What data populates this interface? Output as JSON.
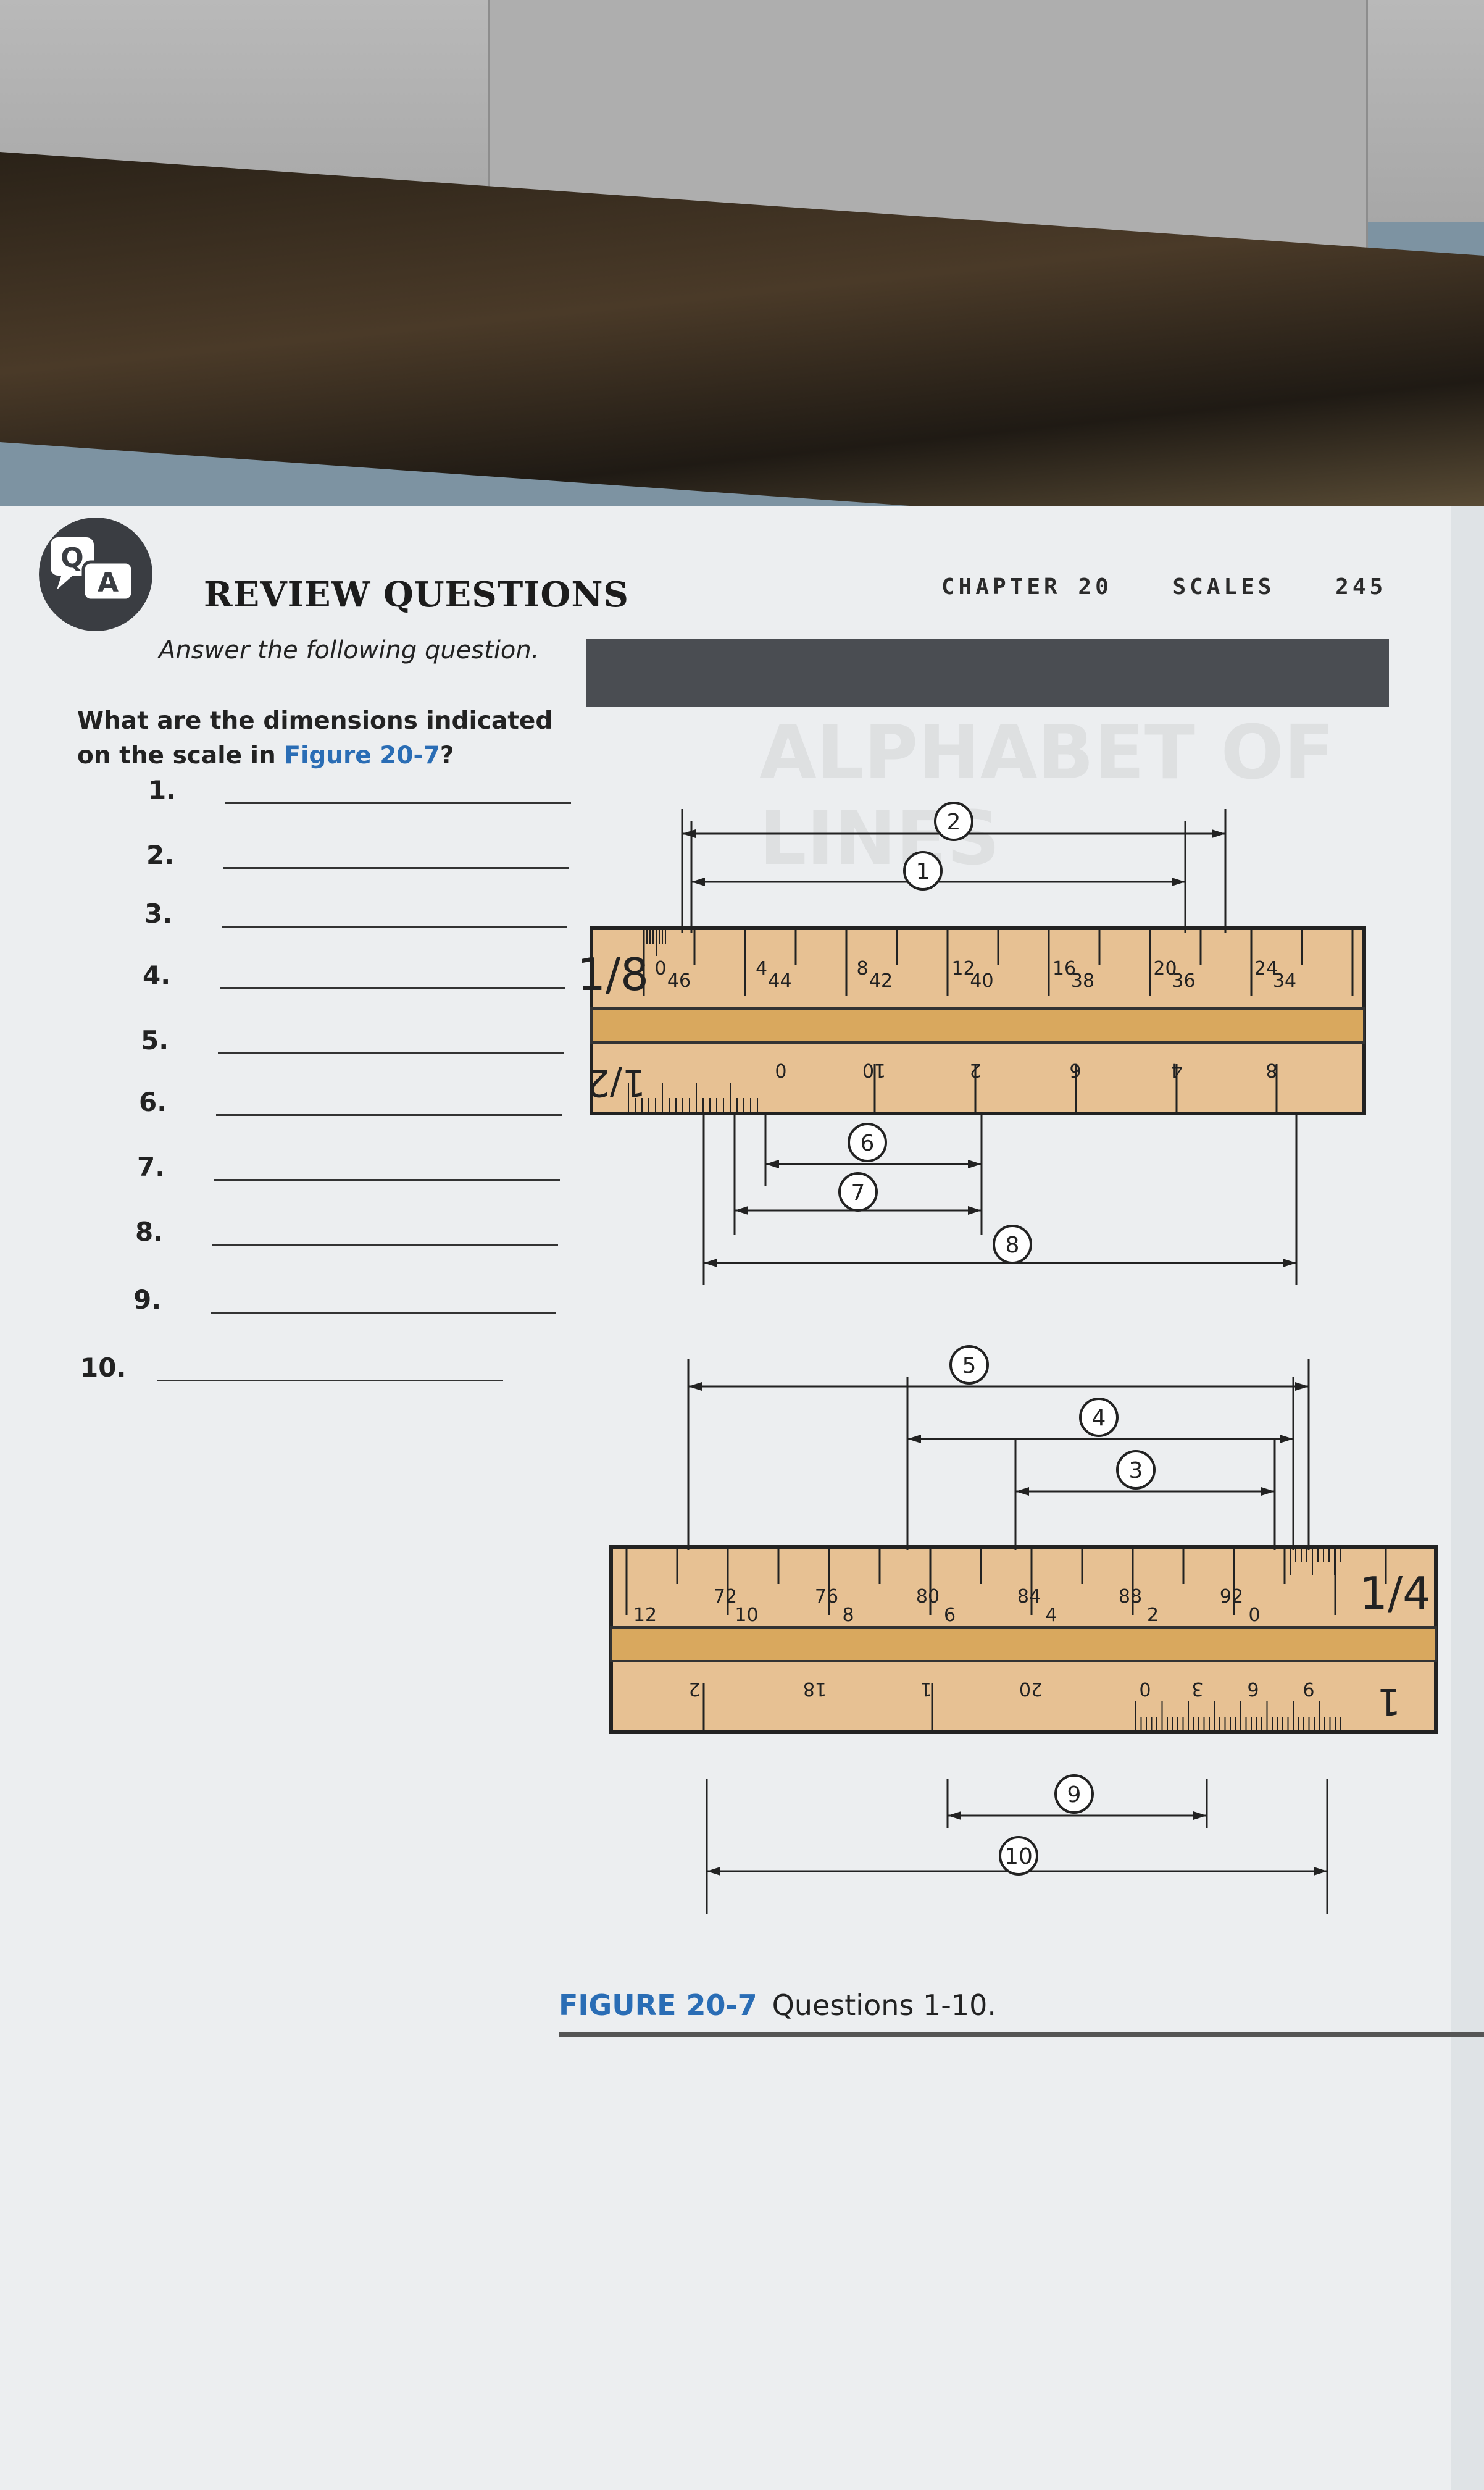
{
  "header": {
    "chapter": "CHAPTER 20",
    "section": "SCALES",
    "page_number": "245"
  },
  "qa_badge": {
    "left": "Q",
    "right": "A"
  },
  "review": {
    "title": "REVIEW QUESTIONS",
    "instruction": "Answer the following question.",
    "question_prefix": "What are the dimensions indicated",
    "question_middle": "on the scale in ",
    "question_figure_ref": "Figure 20-7",
    "question_suffix": "?",
    "items": [
      "1.",
      "2.",
      "3.",
      "4.",
      "5.",
      "6.",
      "7.",
      "8.",
      "9.",
      "10."
    ]
  },
  "figure": {
    "label": "FIGURE 20-7",
    "caption": "Questions 1-10.",
    "ruler_top": {
      "upper_scale": "1/8",
      "upper_labels_a": [
        "0",
        "4",
        "8",
        "12",
        "16",
        "20",
        "24"
      ],
      "upper_labels_b": [
        "46",
        "44",
        "42",
        "40",
        "38",
        "36",
        "34"
      ],
      "lower_scale": "1/2",
      "lower_labels": [
        "0",
        "10",
        "2",
        "6",
        "4",
        "8"
      ]
    },
    "ruler_bottom": {
      "upper_scale": "1/4",
      "upper_labels_a": [
        "72",
        "76",
        "80",
        "84",
        "88",
        "92"
      ],
      "upper_labels_b": [
        "12",
        "10",
        "8",
        "6",
        "4",
        "2",
        "0"
      ],
      "lower_scale": "1",
      "lower_labels": [
        "2",
        "18",
        "1",
        "20",
        "0",
        "3",
        "6",
        "9"
      ]
    },
    "callouts": [
      "1",
      "2",
      "3",
      "4",
      "5",
      "6",
      "7",
      "8",
      "9",
      "10"
    ]
  },
  "colors": {
    "ruler": "#e7c193",
    "ruler_groove": "#d9a85e",
    "figure_ref": "#2a6db5",
    "title_bar": "#4a4d52"
  }
}
